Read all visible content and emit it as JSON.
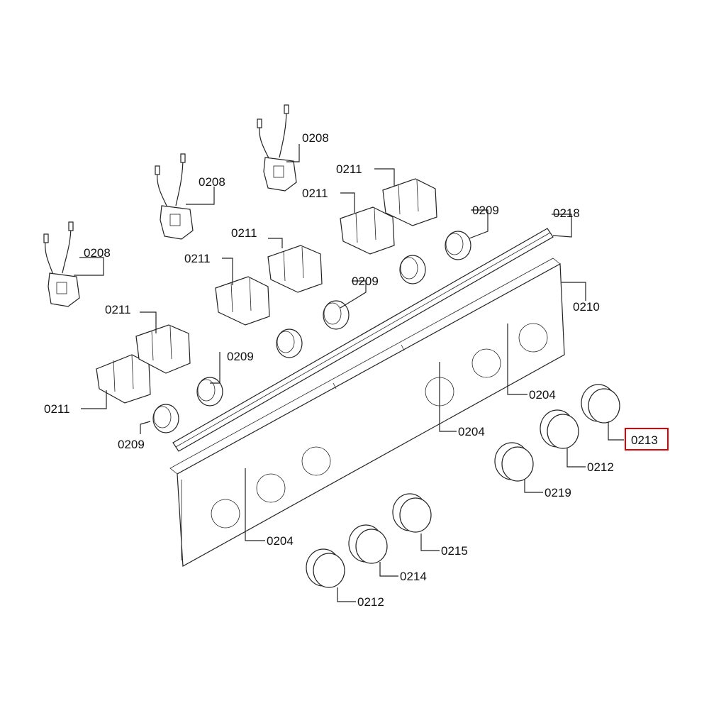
{
  "diagram": {
    "highlight_color": "#e00000",
    "highlighted_label": "0213",
    "labels": {
      "d208a": "0208",
      "d208b": "0208",
      "d208c": "0208",
      "d211a": "0211",
      "d211b": "0211",
      "d211c": "0211",
      "d211d": "0211",
      "d211e": "0211",
      "d211f": "0211",
      "d209a": "0209",
      "d209b": "0209",
      "d209c": "0209",
      "d209d": "0209",
      "d218": "0218",
      "d210": "0210",
      "d204a": "0204",
      "d204b": "0204",
      "d204c": "0204",
      "d213": "0213",
      "d212a": "0212",
      "d212b": "0212",
      "d219": "0219",
      "d215": "0215",
      "d214": "0214"
    }
  }
}
